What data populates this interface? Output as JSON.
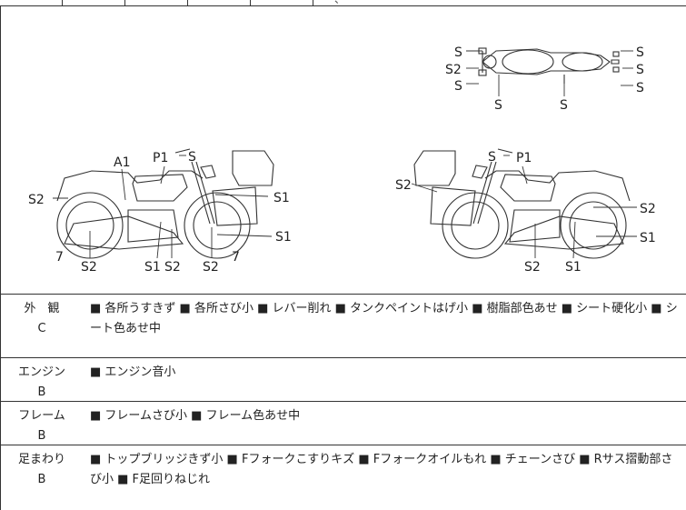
{
  "header": {
    "partial_text": "、"
  },
  "diagram_labels": {
    "top_view": [
      "S",
      "S2",
      "S",
      "S",
      "S",
      "S",
      "S",
      "S"
    ],
    "left_side": [
      "A1",
      "P1",
      "S",
      "S2",
      "S1",
      "S1",
      "7",
      "S2",
      "S1",
      "S2",
      "S2",
      "7"
    ],
    "right_side": [
      "S",
      "P1",
      "S2",
      "S2",
      "S1",
      "S2",
      "S1"
    ]
  },
  "rows": [
    {
      "category": "外　観",
      "grade": "C",
      "description": "■ 各所うすきず ■ 各所さび小 ■ レバー削れ ■ タンクペイントはげ小 ■ 樹脂部色あせ ■ シート硬化小 ■ シート色あせ中"
    },
    {
      "category": "エンジン",
      "grade": "B",
      "description": "■ エンジン音小"
    },
    {
      "category": "フレーム",
      "grade": "B",
      "description": "■ フレームさび小 ■ フレーム色あせ中"
    },
    {
      "category": "足まわり",
      "grade": "B",
      "description": "■ トップブリッジきず小 ■ Fフォークこすりキズ ■ Fフォークオイルもれ ■ チェーンさび ■ Rサス摺動部さび小 ■ F足回りねじれ"
    }
  ]
}
